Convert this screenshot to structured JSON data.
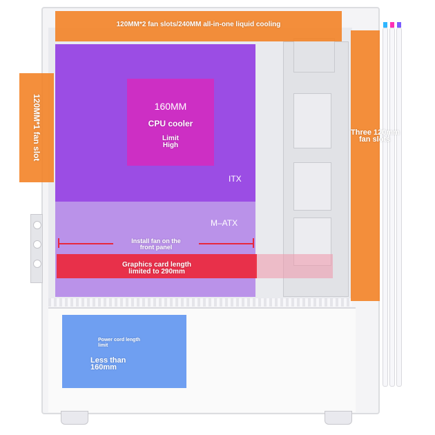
{
  "annotations": {
    "top_fan": "120MM*2 fan slots/240MM all-in-one liquid cooling",
    "rear_fan": "120MM*1 fan slot",
    "cpu_size": "160MM",
    "cpu_cooler": "CPU cooler",
    "cpu_limit_line1": "Limit",
    "cpu_limit_line2": "High",
    "itx": "ITX",
    "matx": "M–ATX",
    "front_fan_line1": "Install fan on the",
    "front_fan_line2": "front panel",
    "gpu_line1": "Graphics card length",
    "gpu_line2": "limited to 290mm",
    "front_fans_line1": "Three 120mm",
    "front_fans_line2": "fan slots",
    "psu_line1": "Power cord length",
    "psu_line2": "limit",
    "psu_size_line1": "Less than",
    "psu_size_line2": "160mm"
  },
  "colors": {
    "orange": "#F28021",
    "purple": "#8A2BE2",
    "pink": "#D62ABE",
    "red": "#EB283C",
    "blue": "#568EEE",
    "case_white": "#F4F4F6"
  }
}
